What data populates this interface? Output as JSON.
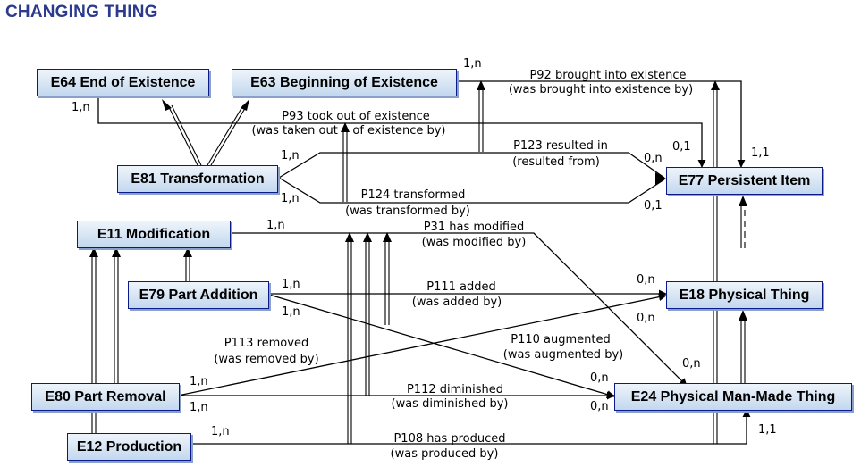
{
  "title": "CHANGING THING",
  "nodes": {
    "e64": "E64 End of Existence",
    "e63": "E63  Beginning of Existence",
    "e81": "E81 Transformation",
    "e11": "E11 Modification",
    "e79": "E79 Part Addition",
    "e80": "E80 Part Removal",
    "e12": "E12 Production",
    "e77": "E77 Persistent Item",
    "e18": "E18 Physical Thing",
    "e24": "E24 Physical Man-Made Thing"
  },
  "properties": {
    "p92": [
      "P92 brought into existence",
      "(was brought into existence by)"
    ],
    "p93": [
      "P93 took out of existence",
      "(was taken out    of existence by)"
    ],
    "p123": [
      "P123 resulted in",
      "(resulted from)"
    ],
    "p124": [
      "P124 transformed",
      "(was transformed by)"
    ],
    "p31": [
      "P31 has modified",
      "(was modified by)"
    ],
    "p111": [
      "P111 added",
      "(was added by)"
    ],
    "p113": [
      "P113 removed",
      "(was removed by)"
    ],
    "p110": [
      "P110 augmented",
      "(was augmented by)"
    ],
    "p112": [
      "P112 diminished",
      "(was diminished by)"
    ],
    "p108": [
      "P108 has produced",
      "(was produced by)"
    ]
  },
  "cardinalities": {
    "p92_dom": "1,n",
    "p92_rng": "1,1",
    "p93_dom": "1,n",
    "p93_rng": "0,1",
    "p123_dom": "1,n",
    "p123_rng": "0,n",
    "p124_dom": "1,n",
    "p124_rng": "0,1",
    "p31_dom": "1,n",
    "p31_rng": "0,n",
    "p111_dom": "1,n",
    "p111_rng": "0,n",
    "p110_dom": "1,n",
    "p110_rng": "0,n",
    "p113_dom": "1,n",
    "p113_rng": "0,n",
    "p112_dom": "1,n",
    "p112_rng": "0,n",
    "p108_dom": "1,n",
    "p108_rng": "1,1"
  }
}
